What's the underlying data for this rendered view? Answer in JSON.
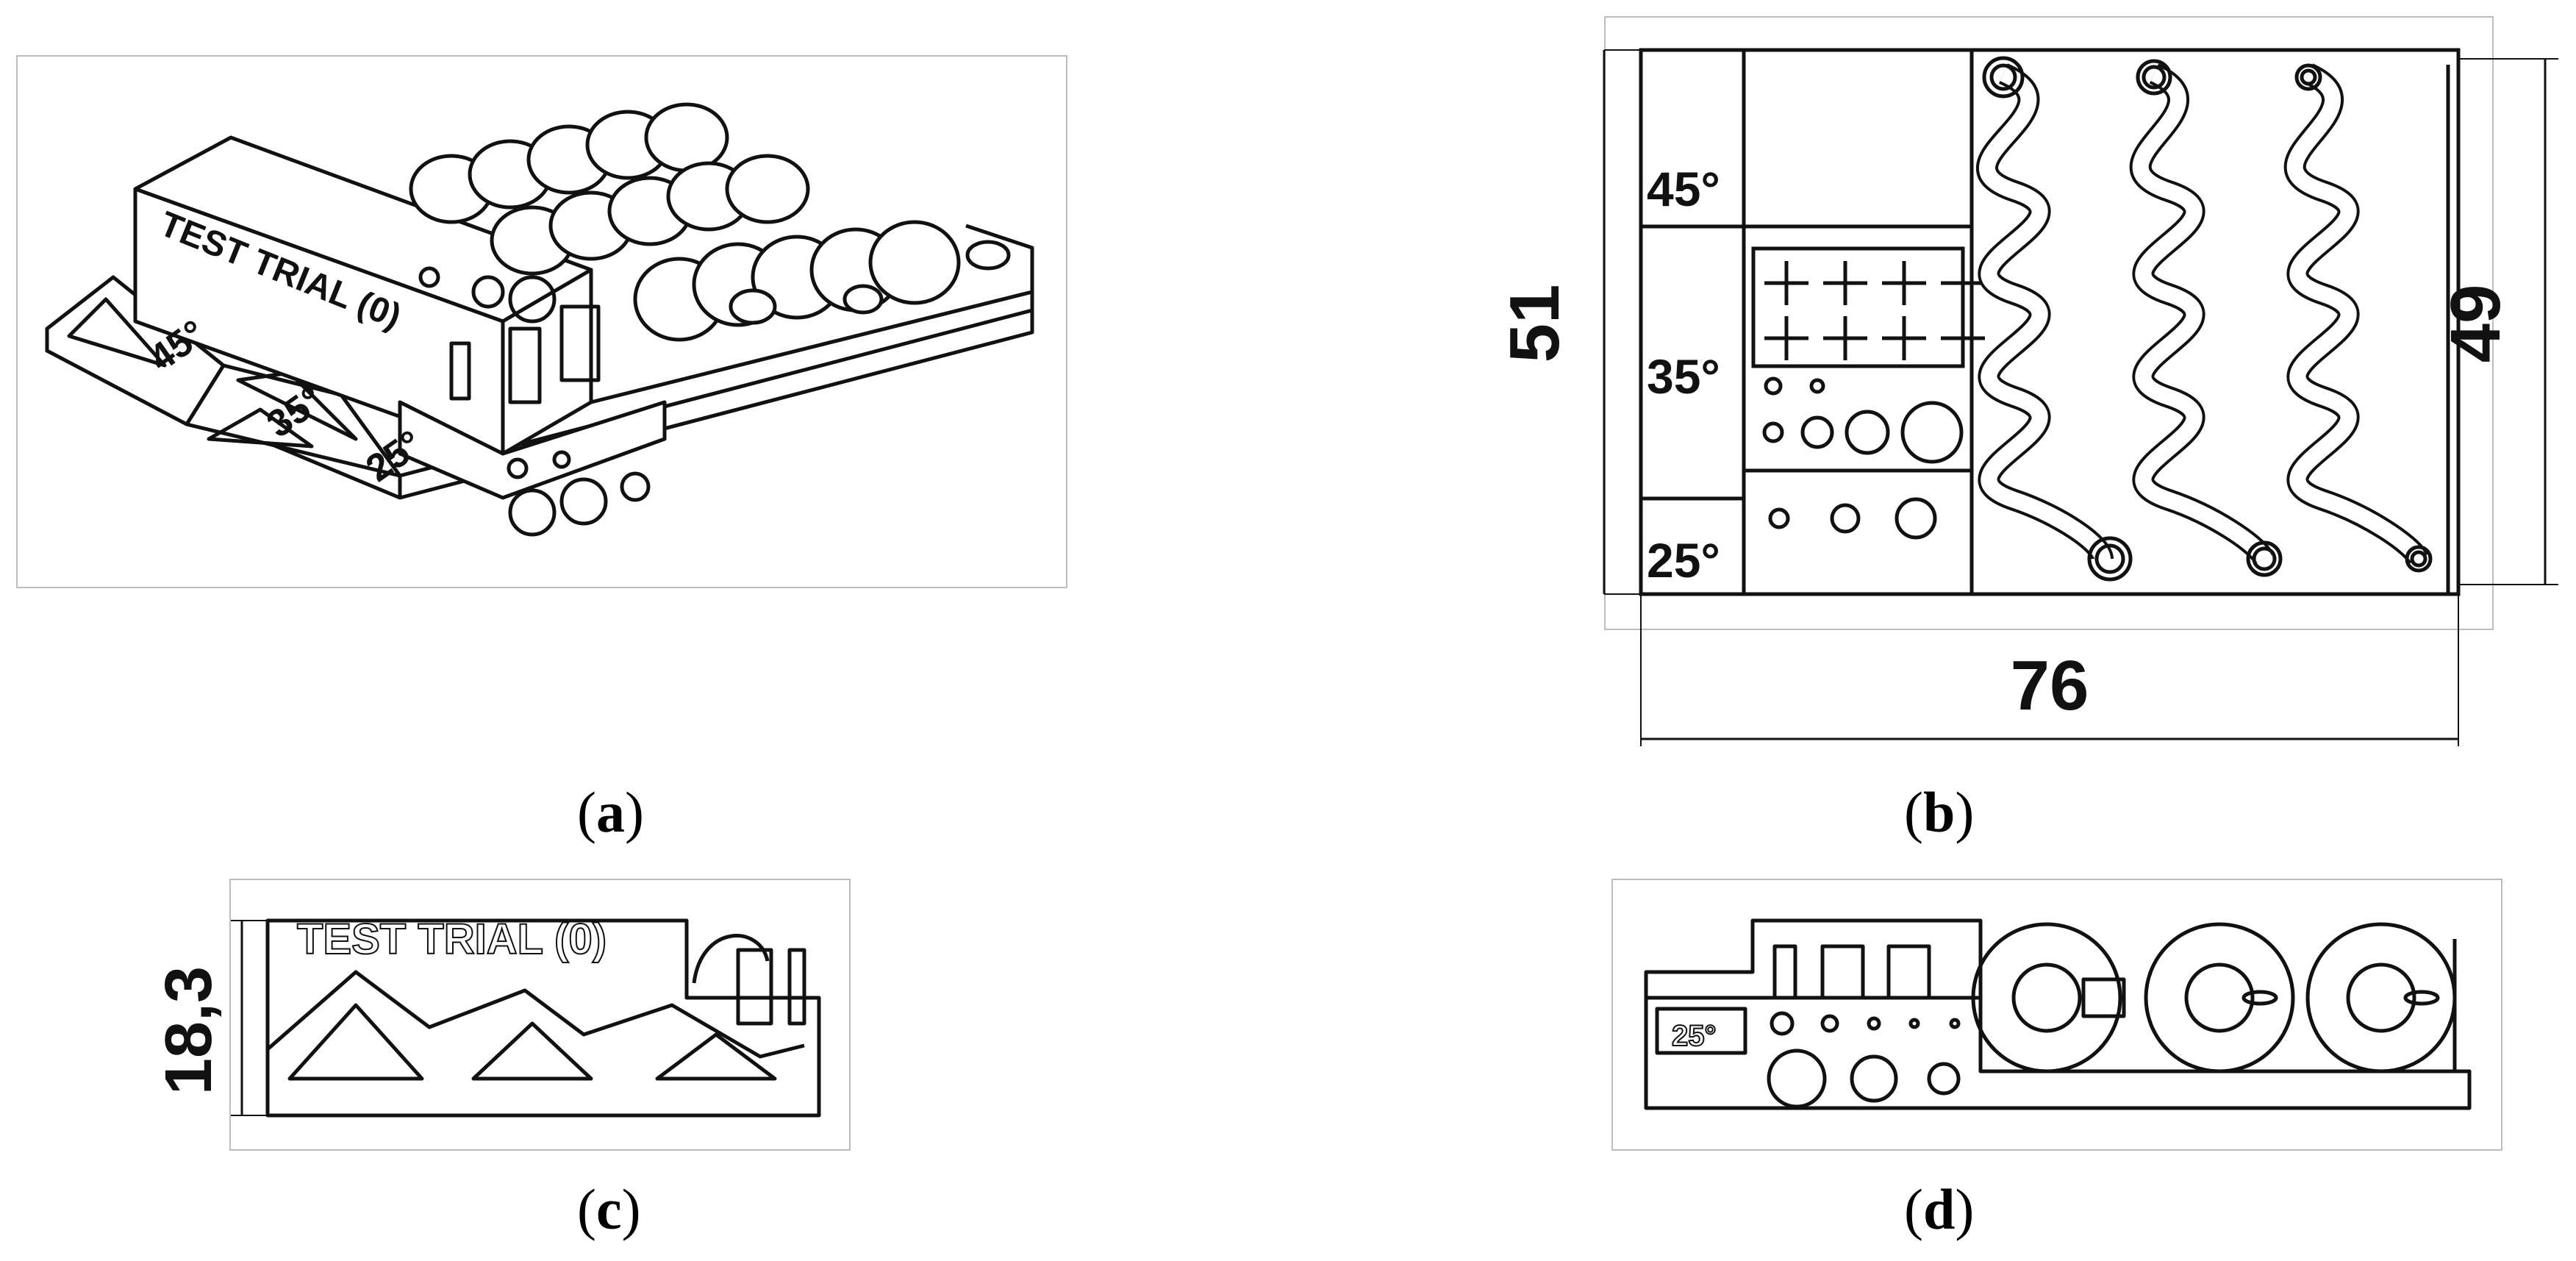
{
  "captions": {
    "a": {
      "open": "(",
      "letter": "a",
      "close": ")"
    },
    "b": {
      "open": "(",
      "letter": "b",
      "close": ")"
    },
    "c": {
      "open": "(",
      "letter": "c",
      "close": ")"
    },
    "d": {
      "open": "(",
      "letter": "d",
      "close": ")"
    }
  },
  "model_text": "TEST TRIAL (0)",
  "angles": [
    "45°",
    "35°",
    "25°"
  ],
  "dimensions": {
    "height_b": "51",
    "width_b": "76",
    "depth_b": "49",
    "height_c": "18,3"
  },
  "side_label_d": "25°",
  "colors": {
    "line": "#111111",
    "frame": "#bdbdbd",
    "background": "#ffffff"
  }
}
